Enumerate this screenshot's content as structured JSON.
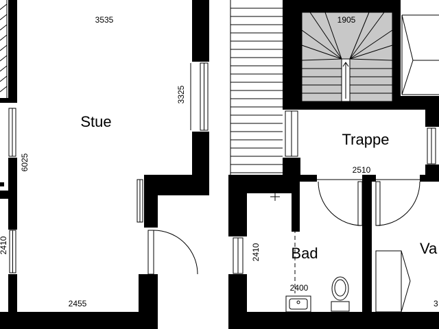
{
  "plan": {
    "rooms": {
      "stue": "Stue",
      "trappe": "Trappe",
      "bad": "Bad",
      "partial_right_room": "Va"
    },
    "dimensions": {
      "stue_top": "3535",
      "stue_right_window": "3325",
      "stue_left": "6025",
      "left_edge_room": "2410",
      "stue_bottom": "2455",
      "stair": "1905",
      "trappe_bottom": "2510",
      "bad_left": "2410",
      "bad_bottom": "2400",
      "right_edge_partial": "3"
    }
  },
  "colors": {
    "wall": "#000000",
    "background": "#ffffff",
    "stair_fill": "#c8c8c8",
    "line": "#000000"
  }
}
